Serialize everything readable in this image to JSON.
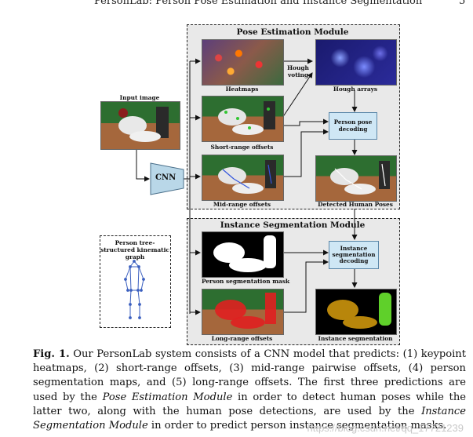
{
  "page_header": {
    "title": "PersonLab: Person Pose Estimation and Instance Segmentation",
    "page_number": "5"
  },
  "figure": {
    "pose_module_title": "Pose Estimation Module",
    "instance_module_title": "Instance Segmentation Module",
    "input_label": "Input image",
    "cnn_label": "CNN",
    "heatmaps_label": "Heatmaps",
    "hough_voting_label": "Hough voting",
    "hough_arrays_label": "Hough arrays",
    "short_range_label": "Short-range offsets",
    "mid_range_label": "Mid-range offsets",
    "person_pose_decoding": "Person pose decoding",
    "detected_poses_label": "Detected Human Poses",
    "person_tree_label": "Person tree-structured kinematic graph",
    "seg_mask_label": "Person segmentation mask",
    "instance_decoding": "Instance segmentation decoding",
    "long_range_label": "Long-range offsets",
    "instance_seg_label": "Instance segmentation"
  },
  "caption": {
    "fig_label": "Fig. 1.",
    "part1": " Our PersonLab system consists of a CNN model that predicts: (1) keypoint heatmaps, (2) short-range offsets, (3) mid-range pairwise offsets, (4) person segmentation maps, and (5) long-range offsets. The first three predictions are used by the ",
    "em1": "Pose Estimation Module",
    "part2": " in order to detect human poses while the latter two, along with the human pose detections, are used by the ",
    "em2": "Instance Segmentation Module",
    "part3": " in order to predict person instance segmentation masks."
  },
  "watermark": "https://blog.csdn.net/qq_17721239",
  "colors": {
    "module_bg": "#e9e9e9",
    "decode_box": "#cfe7f5",
    "cnn_fill": "#b9d7e8",
    "grass": "#2f7a35",
    "dirt": "#a5673c",
    "seg_red": "#e02020",
    "seg_green": "#5fd02a"
  }
}
